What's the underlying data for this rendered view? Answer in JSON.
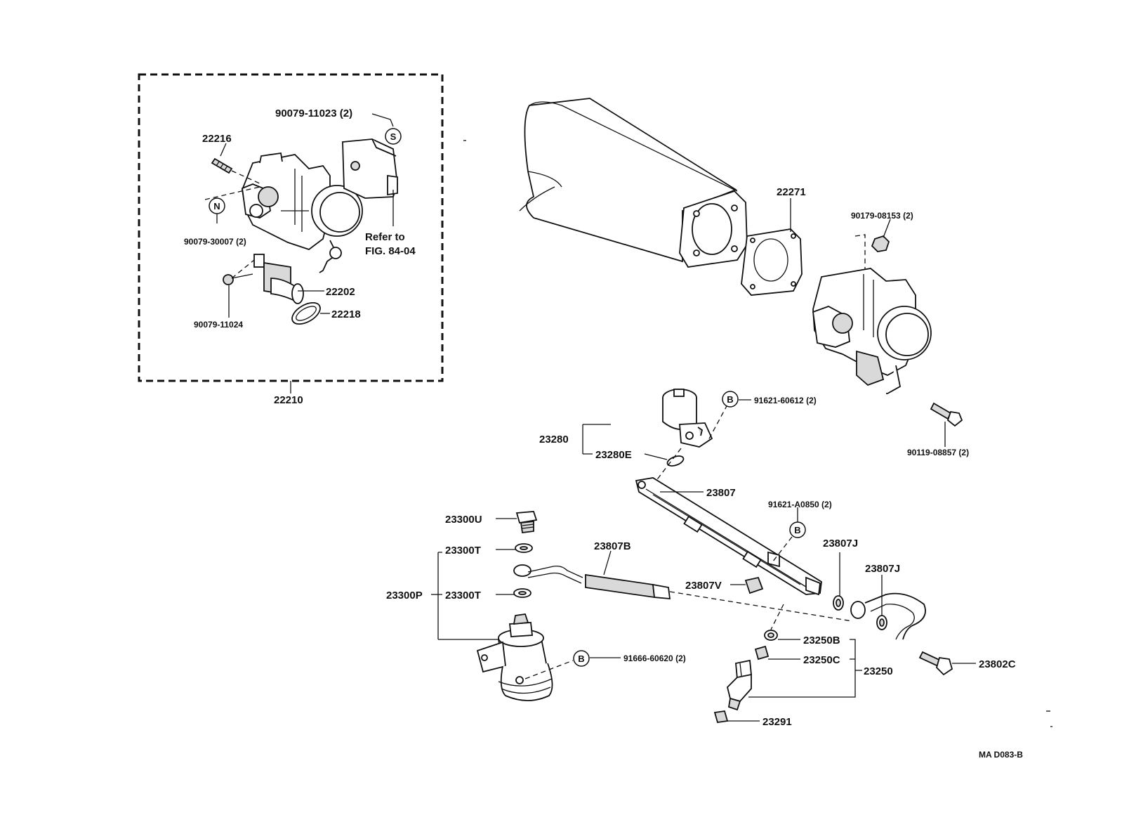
{
  "diagram": {
    "code": "MA D083-B",
    "symbols": {
      "s": "S",
      "n": "N",
      "b": "B"
    },
    "labels": {
      "p90079_11023": "90079-11023 (2)",
      "p22216": "22216",
      "p90079_30007": "90079-30007 (2)",
      "refer": "Refer to",
      "fig": "FIG. 84-04",
      "p22202": "22202",
      "p22218": "22218",
      "p90079_11024": "90079-11024",
      "p22210": "22210",
      "p22271": "22271",
      "p90179_08153": "90179-08153 (2)",
      "p91621_60612": "91621-60612 (2)",
      "p23280": "23280",
      "p23280E": "23280E",
      "p90119_08857": "90119-08857 (2)",
      "p23807": "23807",
      "p91621_A0850": "91621-A0850 (2)",
      "p23300U": "23300U",
      "p23300T_a": "23300T",
      "p23807B": "23807B",
      "p23807J_a": "23807J",
      "p23807J_b": "23807J",
      "p23807V": "23807V",
      "p23300P": "23300P",
      "p23300T_b": "23300T",
      "p23250B": "23250B",
      "p91666_60620": "91666-60620 (2)",
      "p23250C": "23250C",
      "p23250": "23250",
      "p23802C": "23802C",
      "p23291": "23291"
    }
  }
}
